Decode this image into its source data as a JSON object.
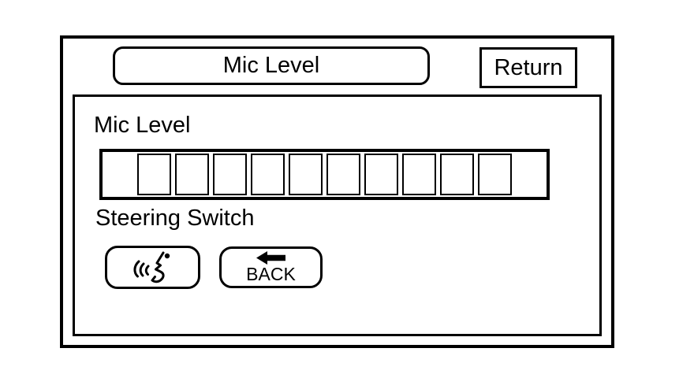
{
  "title_bar": {
    "title": "Mic Level",
    "return_label": "Return"
  },
  "panel": {
    "mic_level_label": "Mic Level",
    "mic_level_meter": {
      "segment_count": 10,
      "filled_count": 0
    },
    "steering_switch_label": "Steering Switch",
    "voice_button": {
      "icon": "voice-command-icon"
    },
    "back_button": {
      "label": "BACK",
      "icon": "back-arrow-icon"
    }
  },
  "colors": {
    "foreground": "#000000",
    "background": "#ffffff"
  }
}
